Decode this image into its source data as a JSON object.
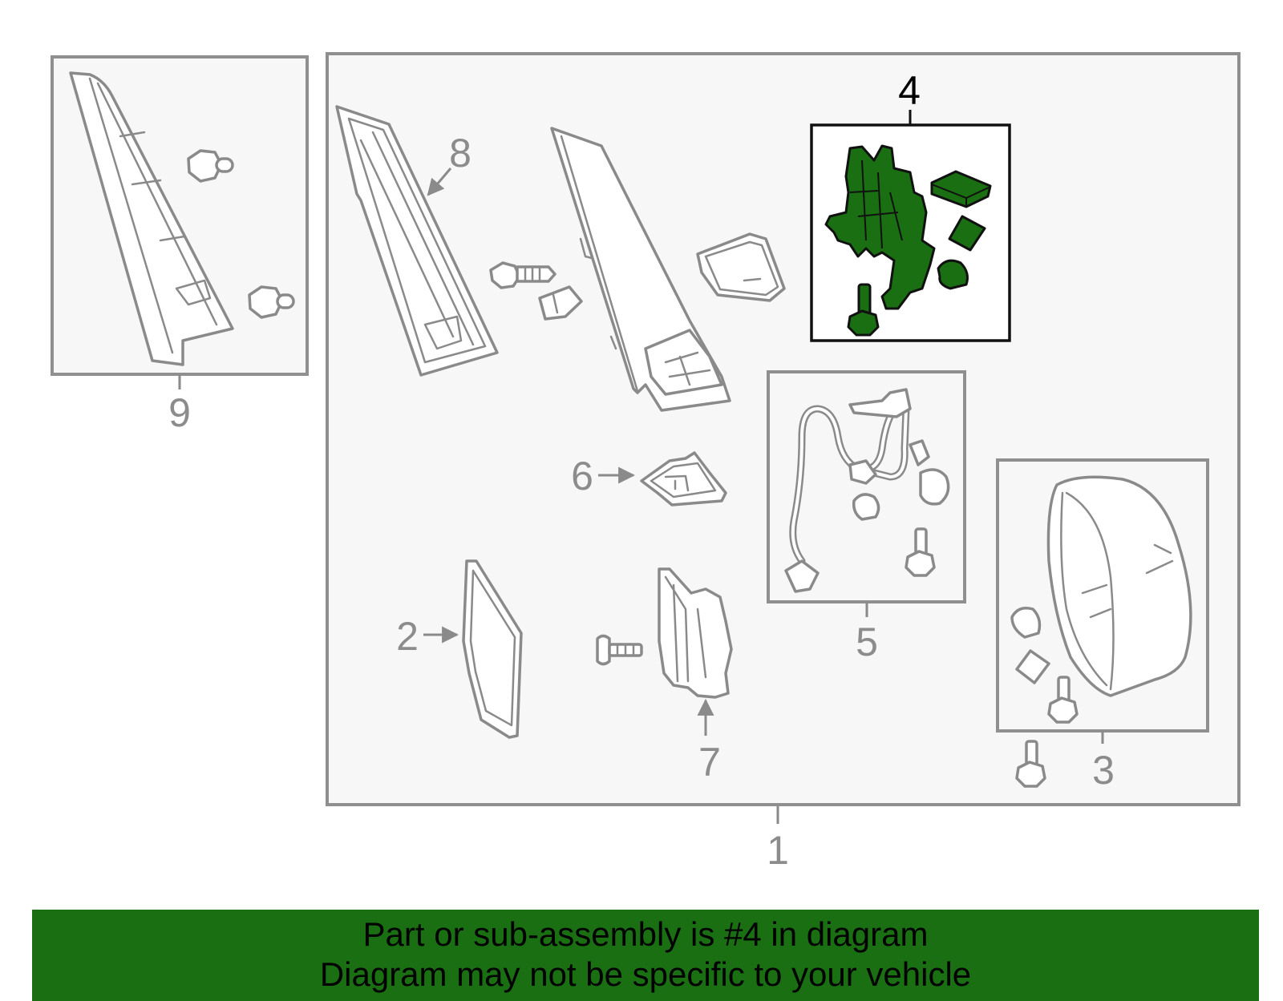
{
  "callouts": {
    "c1": "1",
    "c2": "2",
    "c3": "3",
    "c4": "4",
    "c5": "5",
    "c6": "6",
    "c7": "7",
    "c8": "8",
    "c9": "9"
  },
  "highlight_color": "#196f12",
  "banner": {
    "line1": "Part or sub-assembly is #4 in diagram",
    "line2": "Diagram may not be specific to your vehicle"
  }
}
